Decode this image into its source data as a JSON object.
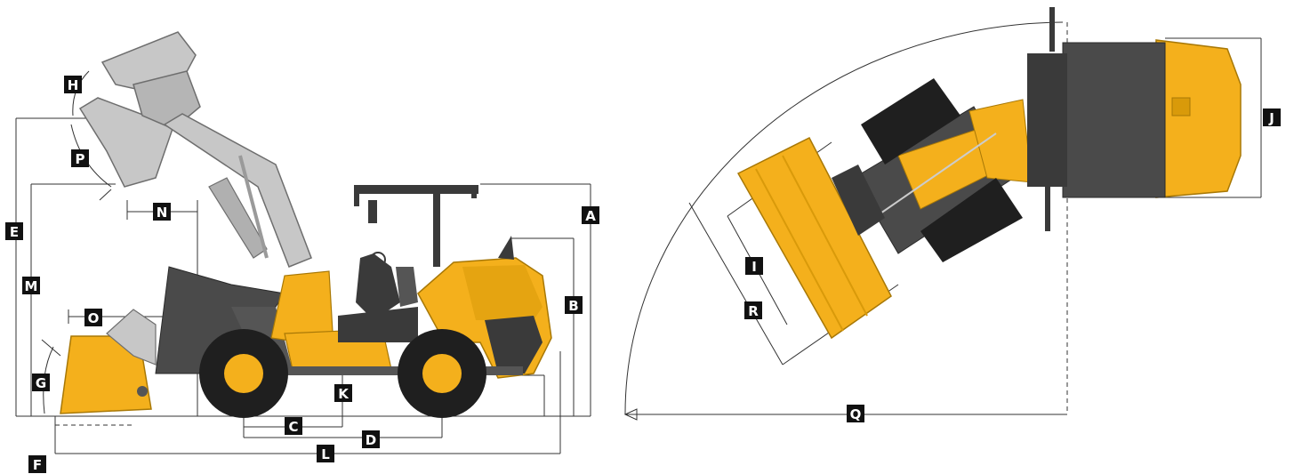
{
  "colors": {
    "body_yellow": "#f4b01c",
    "body_yellow_dark": "#d99a0a",
    "dark_grey": "#3a3a3a",
    "frame_grey": "#555555",
    "arm_grey": "#c7c7c7",
    "arm_grey_dark": "#9a9a9a",
    "tire": "#1f1f1f",
    "line": "#333333",
    "label_bg": "#111111",
    "label_fg": "#ffffff"
  },
  "dimension_labels": {
    "A": "A",
    "B": "B",
    "C": "C",
    "D": "D",
    "E": "E",
    "F": "F",
    "G": "G",
    "H": "H",
    "I": "I",
    "J": "J",
    "K": "K",
    "L": "L",
    "M": "M",
    "N": "N",
    "O": "O",
    "P": "P",
    "Q": "Q",
    "R": "R"
  },
  "views": {
    "side": "side-elevation",
    "top": "top-plan-turning"
  }
}
